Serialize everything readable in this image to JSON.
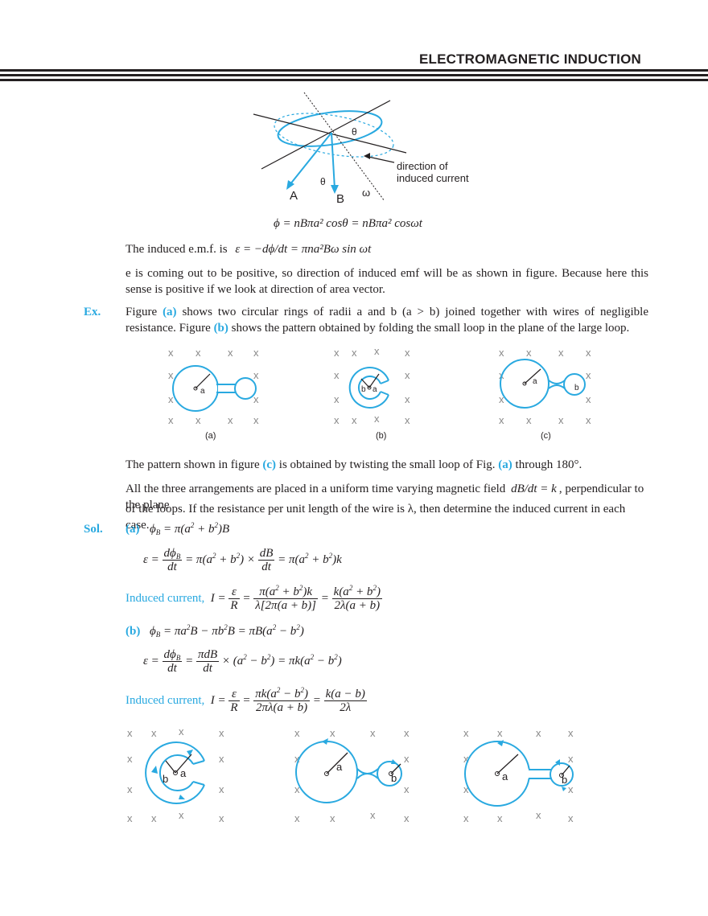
{
  "header": {
    "title": "ELECTROMAGNETIC INDUCTION"
  },
  "top_figure": {
    "label_theta": "θ",
    "label_theta2": "θ",
    "label_omega": "ω",
    "label_A": "A",
    "label_B": "B",
    "annotation_line1": "direction of",
    "annotation_line2": "induced current"
  },
  "equations": {
    "flux": "ϕ = nBπa² cosθ = nBπa² cosωt",
    "emf_prefix": "The induced e.m.f. is",
    "emf_eq": "ε = −dϕ/dt = πna²Bω sin ωt"
  },
  "paragraph1": "e is coming out to be positive, so direction of induced emf will be as shown in figure. Because here this sense is positive if we look at direction of area vector.",
  "example": {
    "label": "Ex.",
    "text_1a": "Figure ",
    "ref_a": "(a)",
    "text_1b": " shows two circular rings of radii a and b (a > b) joined together with wires of negligible resistance. Figure ",
    "ref_b": "(b)",
    "text_1c": " shows the pattern obtained by folding the small loop in the plane of the large loop.",
    "fig_caption_a": "(a)",
    "fig_caption_b": "(b)",
    "fig_caption_c": "(c)",
    "ring_label_a": "a",
    "ring_label_b": "b",
    "text_2a": "The pattern shown in figure ",
    "ref_c": "(c)",
    "text_2b": " is obtained by twisting the small loop of Fig. ",
    "ref_a2": "(a)",
    "text_2c": " through 180°.",
    "text_3a": "All the three arrangements are placed in a uniform time varying magnetic field",
    "text_3b": ", perpendicular to the plane",
    "text_4": "of the loops. If the resistance per unit length of the wire is λ, then determine the induced current in each case."
  },
  "solution": {
    "label": "Sol.",
    "part_a": "(a)",
    "part_b": "(b)",
    "induced_current_label": "Induced current,"
  },
  "cross_mark": "x"
}
